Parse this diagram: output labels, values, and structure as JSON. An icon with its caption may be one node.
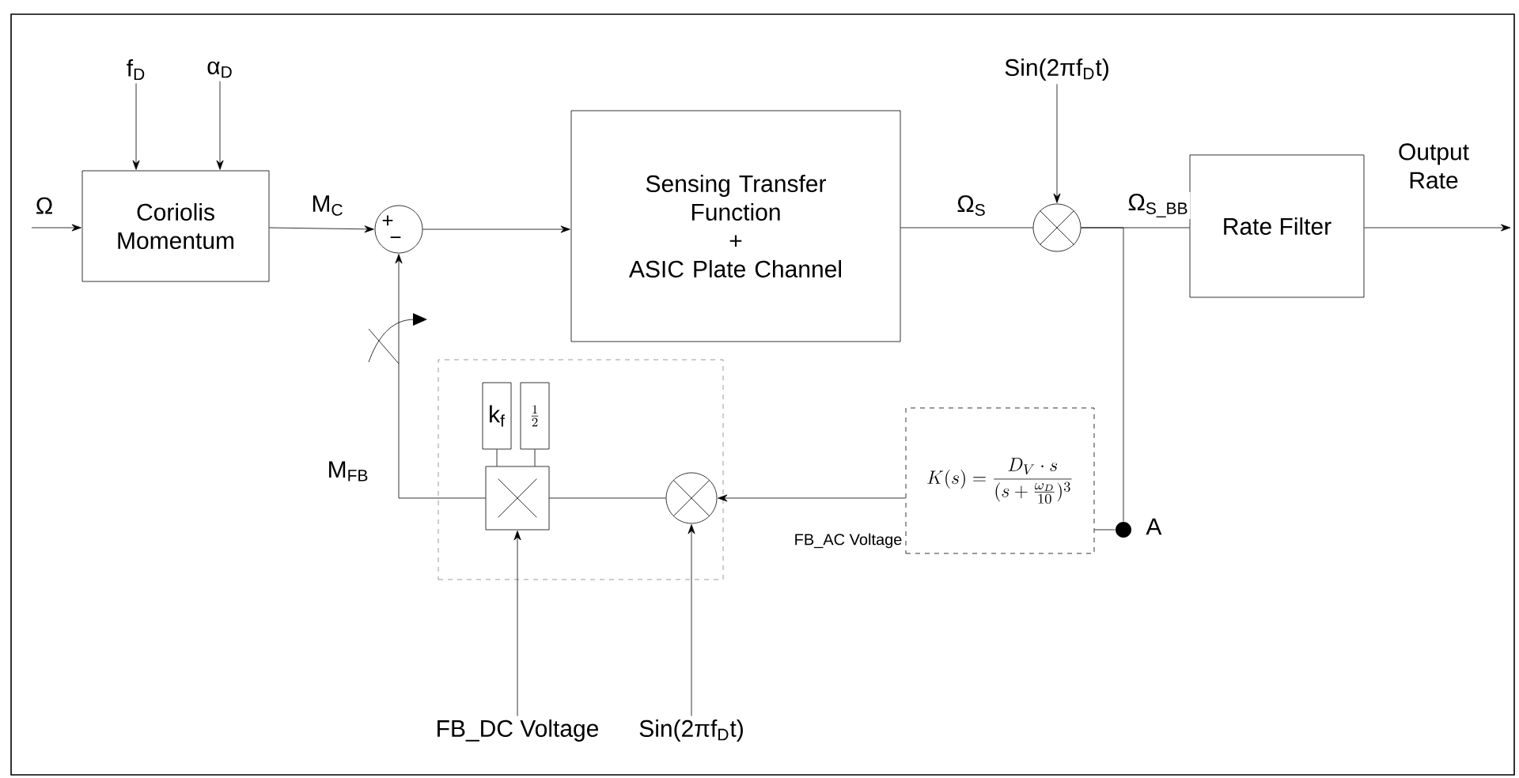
{
  "diagram": {
    "nodes": [
      {
        "text": [
          "Coriolis Momentum"
        ]
      },
      {
        "text": [
          "f$_{D}$"
        ]
      },
      {
        "text": [
          "α$_{D}$"
        ]
      },
      {
        "text": [
          "+",
          "−"
        ]
      },
      {
        "text": [
          "Sensing Transfer Function",
          "+",
          "ASIC Plate Channel"
        ]
      },
      {
        "text": [
          "Sin(2πf$_{D}$t)"
        ]
      },
      {
        "text": [],
        "shape": "circle"
      },
      {
        "text": [
          "Rate Filter"
        ]
      },
      {
        "text": [],
        "shape": "circle",
        "beside": [
          "A"
        ]
      },
      {
        "text": [
          "K(s)=\\frac{D_V\\cdot s}{(s+\\frac{\\omega_D}{10})^3}"
        ]
      },
      {
        "text": [],
        "shape": "box"
      },
      {
        "text": [
          "k$_{f}$"
        ],
        "in": 10
      },
      {
        "text": [
          "\\frac{1}{2}"
        ],
        "in": 10
      },
      {
        "text": [],
        "shape": "box",
        "in": 10
      },
      {
        "text": [],
        "shape": "circle",
        "in": 10
      },
      {
        "text": [
          "FB_DC Voltage"
        ]
      },
      {
        "text": [
          "Sin(2πf$_{D}$t)"
        ]
      }
    ],
    "edges": [
      {
        "from": null,
        "to": 0,
        "arrow": "to",
        "label": "Ω"
      },
      {
        "from": 1,
        "to": 0,
        "arrow": "to"
      },
      {
        "from": 2,
        "to": 0,
        "arrow": "to"
      },
      {
        "from": 0,
        "to": 3,
        "arrow": "to",
        "label": "M$_{C}$"
      },
      {
        "from": 3,
        "to": 4,
        "arrow": "to"
      },
      {
        "from": 4,
        "to": 6,
        "arrow": "none",
        "label": "Ω$_{S}$"
      },
      {
        "from": 5,
        "to": 6,
        "arrow": "to"
      },
      {
        "from": 6,
        "to": 7,
        "arrow": "none",
        "label": "Ω$_{S_BB}$"
      },
      {
        "from": 7,
        "to": null,
        "arrow": "to",
        "label": "Output Rate"
      },
      {
        "from": 6,
        "to": 8,
        "arrow": "none"
      },
      {
        "from": 8,
        "to": 9,
        "arrow": "none"
      },
      {
        "from": 9,
        "to": 14,
        "arrow": "to",
        "label": "FB_AC Voltage"
      },
      {
        "from": 11,
        "to": 13,
        "arrow": "none"
      },
      {
        "from": 12,
        "to": 13,
        "arrow": "none"
      },
      {
        "from": 14,
        "to": 13,
        "arrow": "none"
      },
      {
        "from": 13,
        "to": 3,
        "arrow": "to",
        "label": "M$_{FB}$"
      },
      {
        "from": 15,
        "to": 13,
        "arrow": "to"
      },
      {
        "from": 16,
        "to": 14,
        "arrow": "to"
      }
    ]
  }
}
